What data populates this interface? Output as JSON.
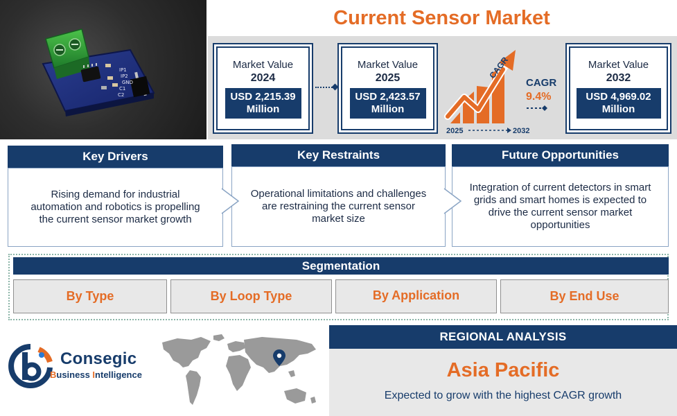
{
  "title": "Current Sensor Market",
  "market_values": [
    {
      "label": "Market Value",
      "year": "2024",
      "value": "USD 2,215.39 Million"
    },
    {
      "label": "Market Value",
      "year": "2025",
      "value": "USD 2,423.57 Million"
    },
    {
      "label": "Market Value",
      "year": "2032",
      "value": "USD 4,969.02 Million"
    }
  ],
  "cagr": {
    "chart_label": "CAGR",
    "label": "CAGR",
    "value": "9.4%",
    "start_year": "2025",
    "end_year": "2032"
  },
  "columns": [
    {
      "heading": "Key Drivers",
      "text": "Rising demand for industrial automation and robotics is propelling the current sensor market growth"
    },
    {
      "heading": "Key Restraints",
      "text": "Operational limitations and challenges are restraining the current sensor market size"
    },
    {
      "heading": "Future Opportunities",
      "text": "Integration of current detectors in smart grids and smart homes is expected to drive the current sensor market opportunities"
    }
  ],
  "segmentation": {
    "heading": "Segmentation",
    "items": [
      "By Type",
      "By Loop Type",
      "By Application",
      "By End Use"
    ]
  },
  "regional": {
    "heading": "REGIONAL ANALYSIS",
    "region": "Asia Pacific",
    "description": "Expected to grow with the highest CAGR growth"
  },
  "logo": {
    "name": "Consegic",
    "sub_b": "B",
    "sub_business": "usiness ",
    "sub_i": "I",
    "sub_intelligence": "ntelligence"
  },
  "sensor_pins": [
    "IP1",
    "IP2",
    "GND",
    "C1",
    "C2"
  ],
  "colors": {
    "navy": "#173c6b",
    "orange": "#e46c26",
    "panel_gray": "#dcdcdc"
  }
}
